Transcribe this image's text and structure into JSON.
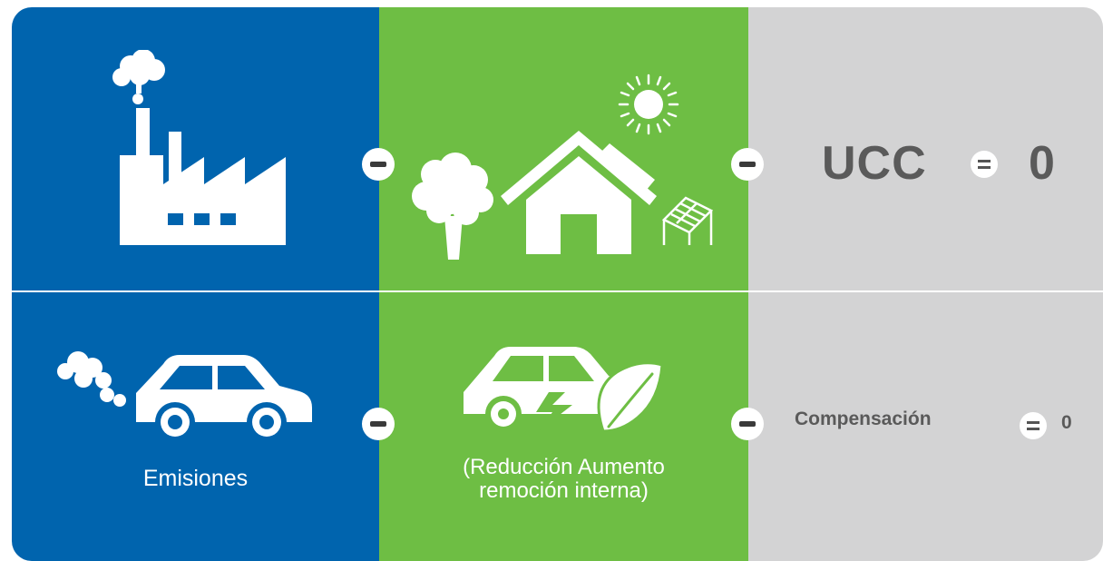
{
  "top_row": {
    "result_label": "UCC",
    "result_value": "0"
  },
  "bottom_row": {
    "emissions_label": "Emisiones",
    "reduction_label_line1": "(Reducción Aumento",
    "reduction_label_line2": "remoción interna)",
    "result_label": "Compensación",
    "result_value": "0"
  },
  "colors": {
    "emissions_panel": "#0064ae",
    "reduction_panel": "#6ebe44",
    "result_panel": "#d3d3d4",
    "result_text": "#5a5a5a",
    "icon": "#ffffff"
  },
  "icons": {
    "emissions_top": "factory-icon",
    "reduction_top_tree": "tree-icon",
    "reduction_top_house": "solar-house-icon",
    "reduction_top_sun": "sun-icon",
    "reduction_top_panel": "solar-panel-icon",
    "emissions_bottom": "car-exhaust-icon",
    "reduction_bottom": "electric-car-leaf-icon",
    "operators": [
      "minus-icon",
      "equals-icon"
    ]
  }
}
